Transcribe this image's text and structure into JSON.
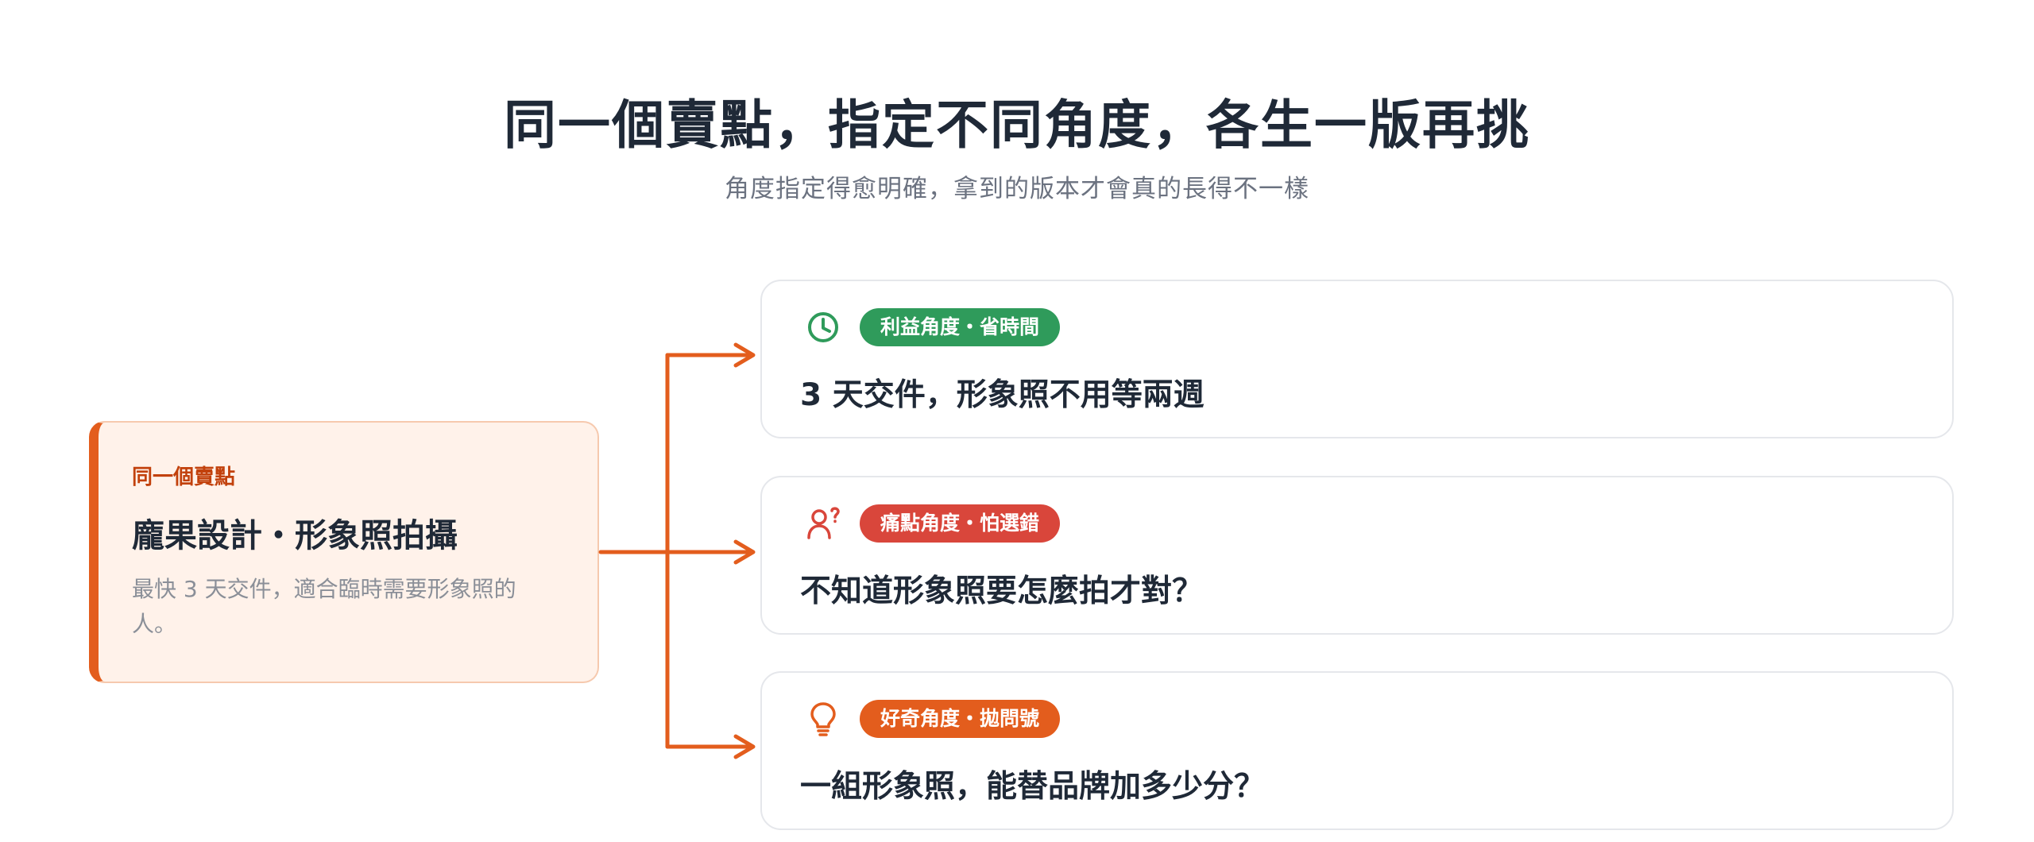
{
  "header": {
    "title": "同一個賣點，指定不同角度，各生一版再挑",
    "subtitle": "角度指定得愈明確，拿到的版本才會真的長得不一樣"
  },
  "source": {
    "eyebrow": "同一個賣點",
    "title": "龐果設計・形象照拍攝",
    "description": "最快 3 天交件，適合臨時需要形象照的人。"
  },
  "angles": [
    {
      "icon": "clock-icon",
      "tag": "利益角度・省時間",
      "color": "#2f9b5b",
      "headline": "3 天交件，形象照不用等兩週"
    },
    {
      "icon": "person-question-icon",
      "tag": "痛點角度・怕選錯",
      "color": "#d9463b",
      "headline": "不知道形象照要怎麼拍才對？"
    },
    {
      "icon": "lightbulb-icon",
      "tag": "好奇角度・拋問號",
      "color": "#e35d1d",
      "headline": "一組形象照，能替品牌加多少分？"
    }
  ],
  "colors": {
    "accent": "#e35d1d",
    "text": "#1f2937",
    "muted": "#6b7280"
  }
}
